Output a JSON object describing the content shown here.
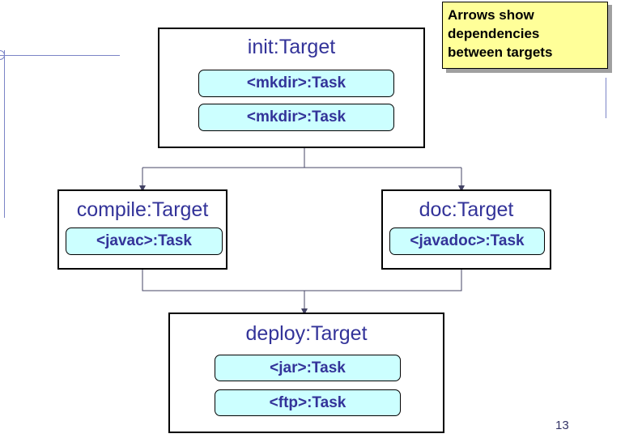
{
  "note": {
    "lines": [
      "Arrows show",
      "dependencies",
      "between targets"
    ]
  },
  "targets": {
    "init": {
      "title": "init:Target",
      "tasks": [
        "<mkdir>:Task",
        "<mkdir>:Task"
      ]
    },
    "compile": {
      "title": "compile:Target",
      "tasks": [
        "<javac>:Task"
      ]
    },
    "doc": {
      "title": "doc:Target",
      "tasks": [
        "<javadoc>:Task"
      ]
    },
    "deploy": {
      "title": "deploy:Target",
      "tasks": [
        "<jar>:Task",
        "<ftp>:Task"
      ]
    }
  },
  "page_number": "13",
  "colors": {
    "title_text": "#333399",
    "task_fill": "#ccffff",
    "note_fill": "#ffff99",
    "decoration_lines": "#7b84c6"
  }
}
